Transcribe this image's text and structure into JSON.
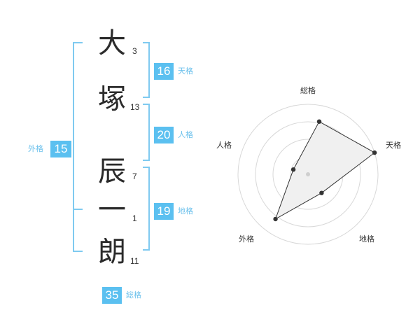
{
  "name_chars": [
    {
      "char": "大",
      "strokes": "3"
    },
    {
      "char": "塚",
      "strokes": "13"
    },
    {
      "char": "辰",
      "strokes": "7"
    },
    {
      "char": "一",
      "strokes": "1"
    },
    {
      "char": "朗",
      "strokes": "11"
    }
  ],
  "fortunes": {
    "tenkaku": {
      "value": "16",
      "label": "天格"
    },
    "jinkaku": {
      "value": "20",
      "label": "人格"
    },
    "chikaku": {
      "value": "19",
      "label": "地格"
    },
    "gaikaku": {
      "value": "15",
      "label": "外格"
    },
    "soukaku": {
      "value": "35",
      "label": "総格"
    }
  },
  "colors": {
    "accent": "#5bc0f0",
    "bracket": "#7fcaf0",
    "radar_fill": "#f0f0f0"
  },
  "chart_data": {
    "type": "radar",
    "axes": [
      "総格",
      "天格",
      "地格",
      "外格",
      "人格"
    ],
    "values": [
      0.77,
      1.0,
      0.33,
      0.79,
      0.22
    ],
    "rings": 4
  }
}
